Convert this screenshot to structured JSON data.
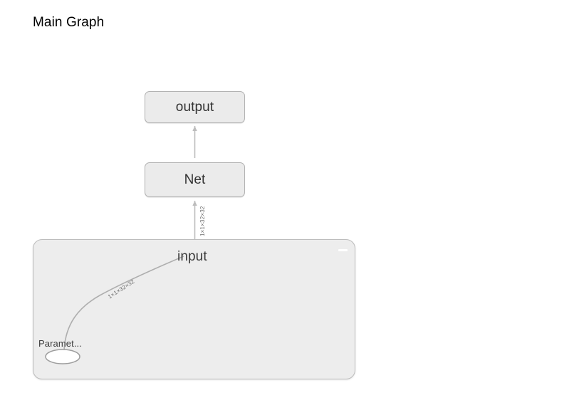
{
  "page": {
    "title": "Main Graph",
    "background_color": "#ffffff"
  },
  "graph": {
    "nodes": [
      {
        "id": "output",
        "label": "output",
        "shape": "rounded-rect",
        "fill": "#ebebeb",
        "stroke": "#b2b2b2"
      },
      {
        "id": "net",
        "label": "Net",
        "shape": "rounded-rect",
        "fill": "#ebebeb",
        "stroke": "#b2b2b2"
      },
      {
        "id": "input",
        "label": "input",
        "shape": "text",
        "fill": "none",
        "stroke": "none"
      },
      {
        "id": "parameter",
        "label": "Paramet...",
        "shape": "ellipse",
        "fill": "#ffffff",
        "stroke": "#9e9e9e"
      }
    ],
    "container": {
      "label": "",
      "fill": "#ededed",
      "stroke": "#bcbcbc",
      "collapse_icon": "minus-icon"
    },
    "edges": [
      {
        "from": "net",
        "to": "output",
        "label": "",
        "stroke": "#bdbdbd"
      },
      {
        "from": "input",
        "to": "net",
        "label": "1×1×32×32",
        "stroke": "#bdbdbd"
      },
      {
        "from": "parameter",
        "to": "input",
        "label": "1×1×32×32",
        "stroke": "#aeaeae"
      }
    ]
  }
}
